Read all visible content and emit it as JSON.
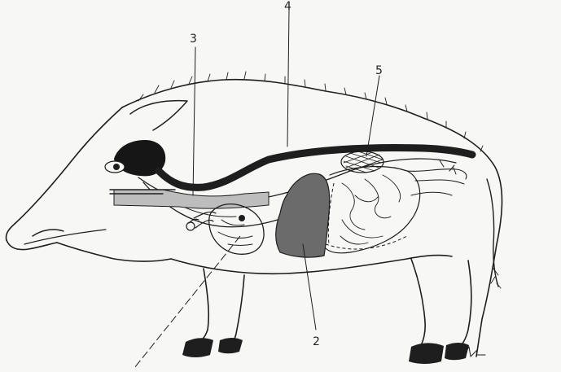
{
  "labels": {
    "l2": "2",
    "l3": "3",
    "l4": "4",
    "l5": "5"
  },
  "colors": {
    "ink": "#1e1e1e",
    "background": "#f7f7f5",
    "stomach_fill": "#6b6b6b",
    "dotted_gland": "#bdbdbd"
  }
}
